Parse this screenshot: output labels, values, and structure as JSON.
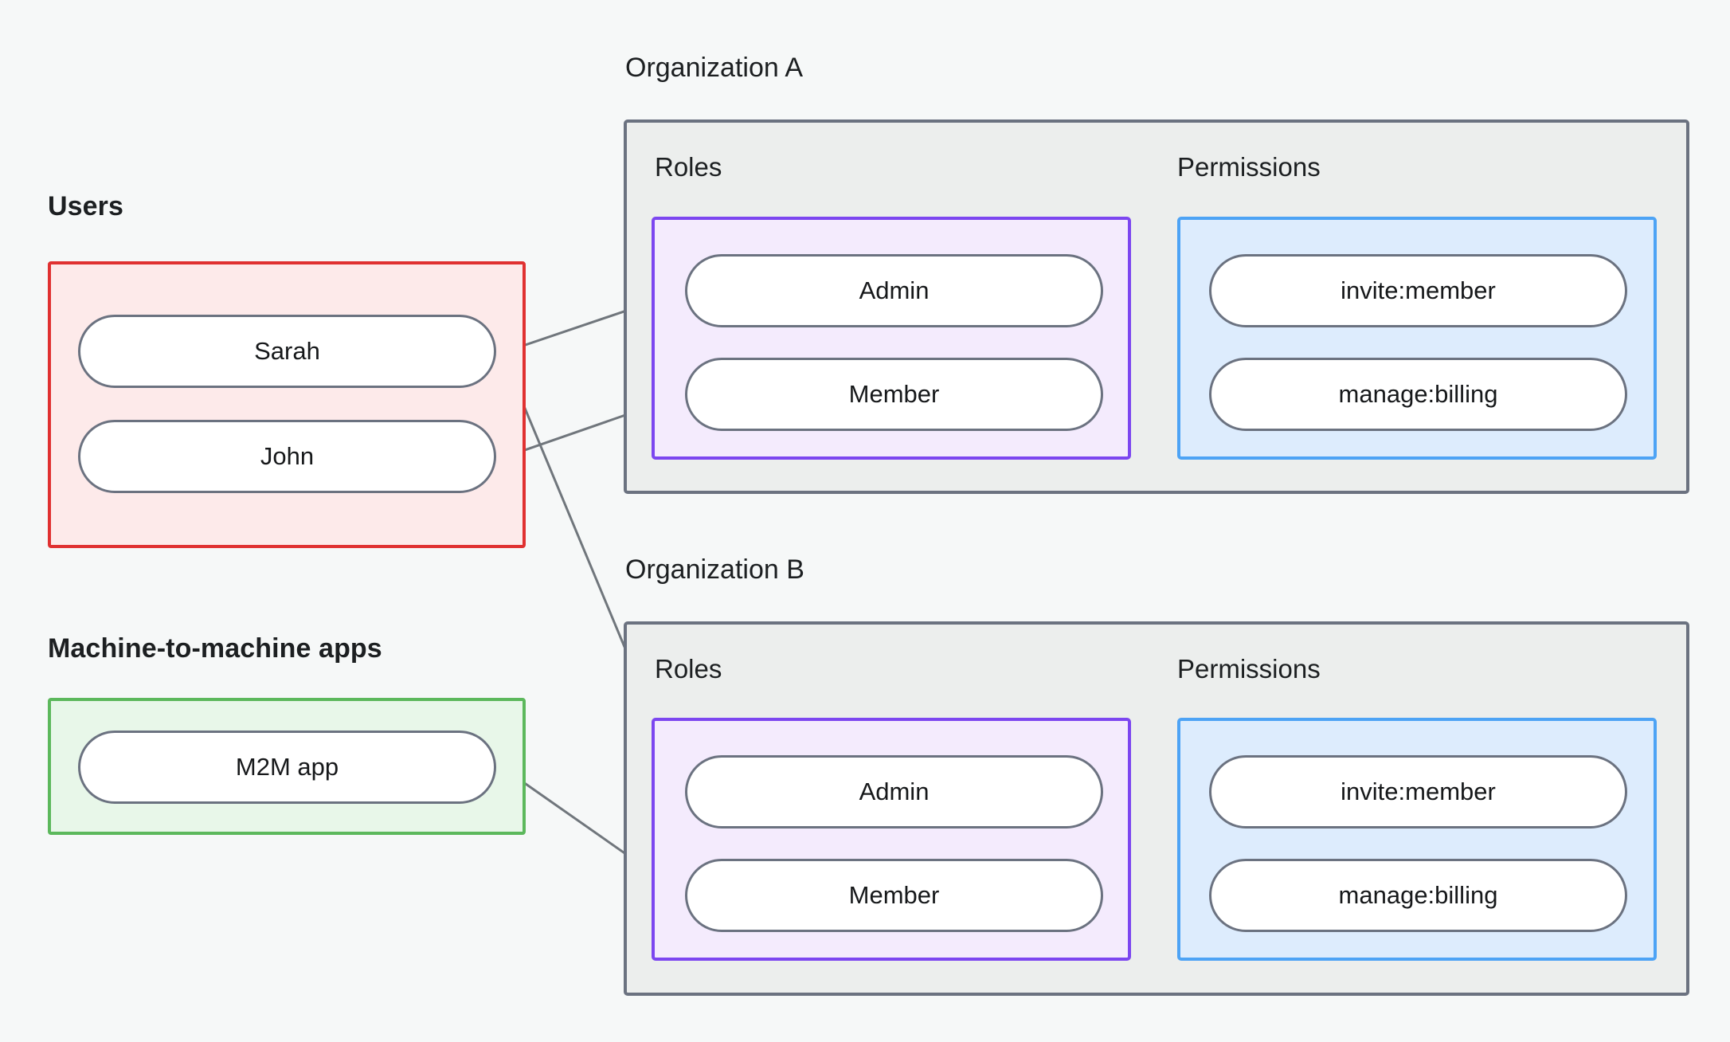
{
  "diagram": {
    "title_users": "Users",
    "title_m2m": "Machine-to-machine apps",
    "background_color": "#f6f8f8"
  },
  "colors": {
    "users_border": "#e03131",
    "users_fill": "#fdeaea",
    "m2m_border": "#5cb85c",
    "m2m_fill": "#e8f7e9",
    "org_border": "#6b7280",
    "org_fill": "#eceeed",
    "roles_border": "#7c46f0",
    "roles_fill": "#f4ebfd",
    "permissions_border": "#4da3f5",
    "permissions_fill": "#ddecfd",
    "node_border": "#6b7280",
    "node_fill": "#ffffff",
    "edge": "#70767c"
  },
  "users": {
    "label": "Users",
    "items": [
      {
        "id": "sarah",
        "label": "Sarah"
      },
      {
        "id": "john",
        "label": "John"
      }
    ]
  },
  "m2m": {
    "label": "Machine-to-machine apps",
    "items": [
      {
        "id": "m2m-app",
        "label": "M2M app"
      }
    ]
  },
  "organizations": [
    {
      "id": "org-a",
      "label": "Organization A",
      "roles_label": "Roles",
      "permissions_label": "Permissions",
      "roles": [
        {
          "id": "org-a-admin",
          "label": "Admin"
        },
        {
          "id": "org-a-member",
          "label": "Member"
        }
      ],
      "permissions": [
        {
          "id": "org-a-invite-member",
          "label": "invite:member"
        },
        {
          "id": "org-a-manage-billing",
          "label": "manage:billing"
        }
      ]
    },
    {
      "id": "org-b",
      "label": "Organization B",
      "roles_label": "Roles",
      "permissions_label": "Permissions",
      "roles": [
        {
          "id": "org-b-admin",
          "label": "Admin"
        },
        {
          "id": "org-b-member",
          "label": "Member"
        }
      ],
      "permissions": [
        {
          "id": "org-b-invite-member",
          "label": "invite:member"
        },
        {
          "id": "org-b-manage-billing",
          "label": "manage:billing"
        }
      ]
    }
  ],
  "connections": [
    {
      "from": "sarah",
      "to": "org-a-admin"
    },
    {
      "from": "sarah",
      "to": "org-b-admin"
    },
    {
      "from": "john",
      "to": "org-a-member"
    },
    {
      "from": "org-a-admin",
      "to": "org-a-invite-member"
    },
    {
      "from": "org-a-admin",
      "to": "org-a-manage-billing"
    },
    {
      "from": "org-a-member",
      "to": "org-a-manage-billing"
    },
    {
      "from": "m2m-app",
      "to": "org-b-member"
    },
    {
      "from": "org-b-admin",
      "to": "org-b-invite-member"
    },
    {
      "from": "org-b-admin",
      "to": "org-b-manage-billing"
    },
    {
      "from": "org-b-member",
      "to": "org-b-manage-billing"
    }
  ]
}
